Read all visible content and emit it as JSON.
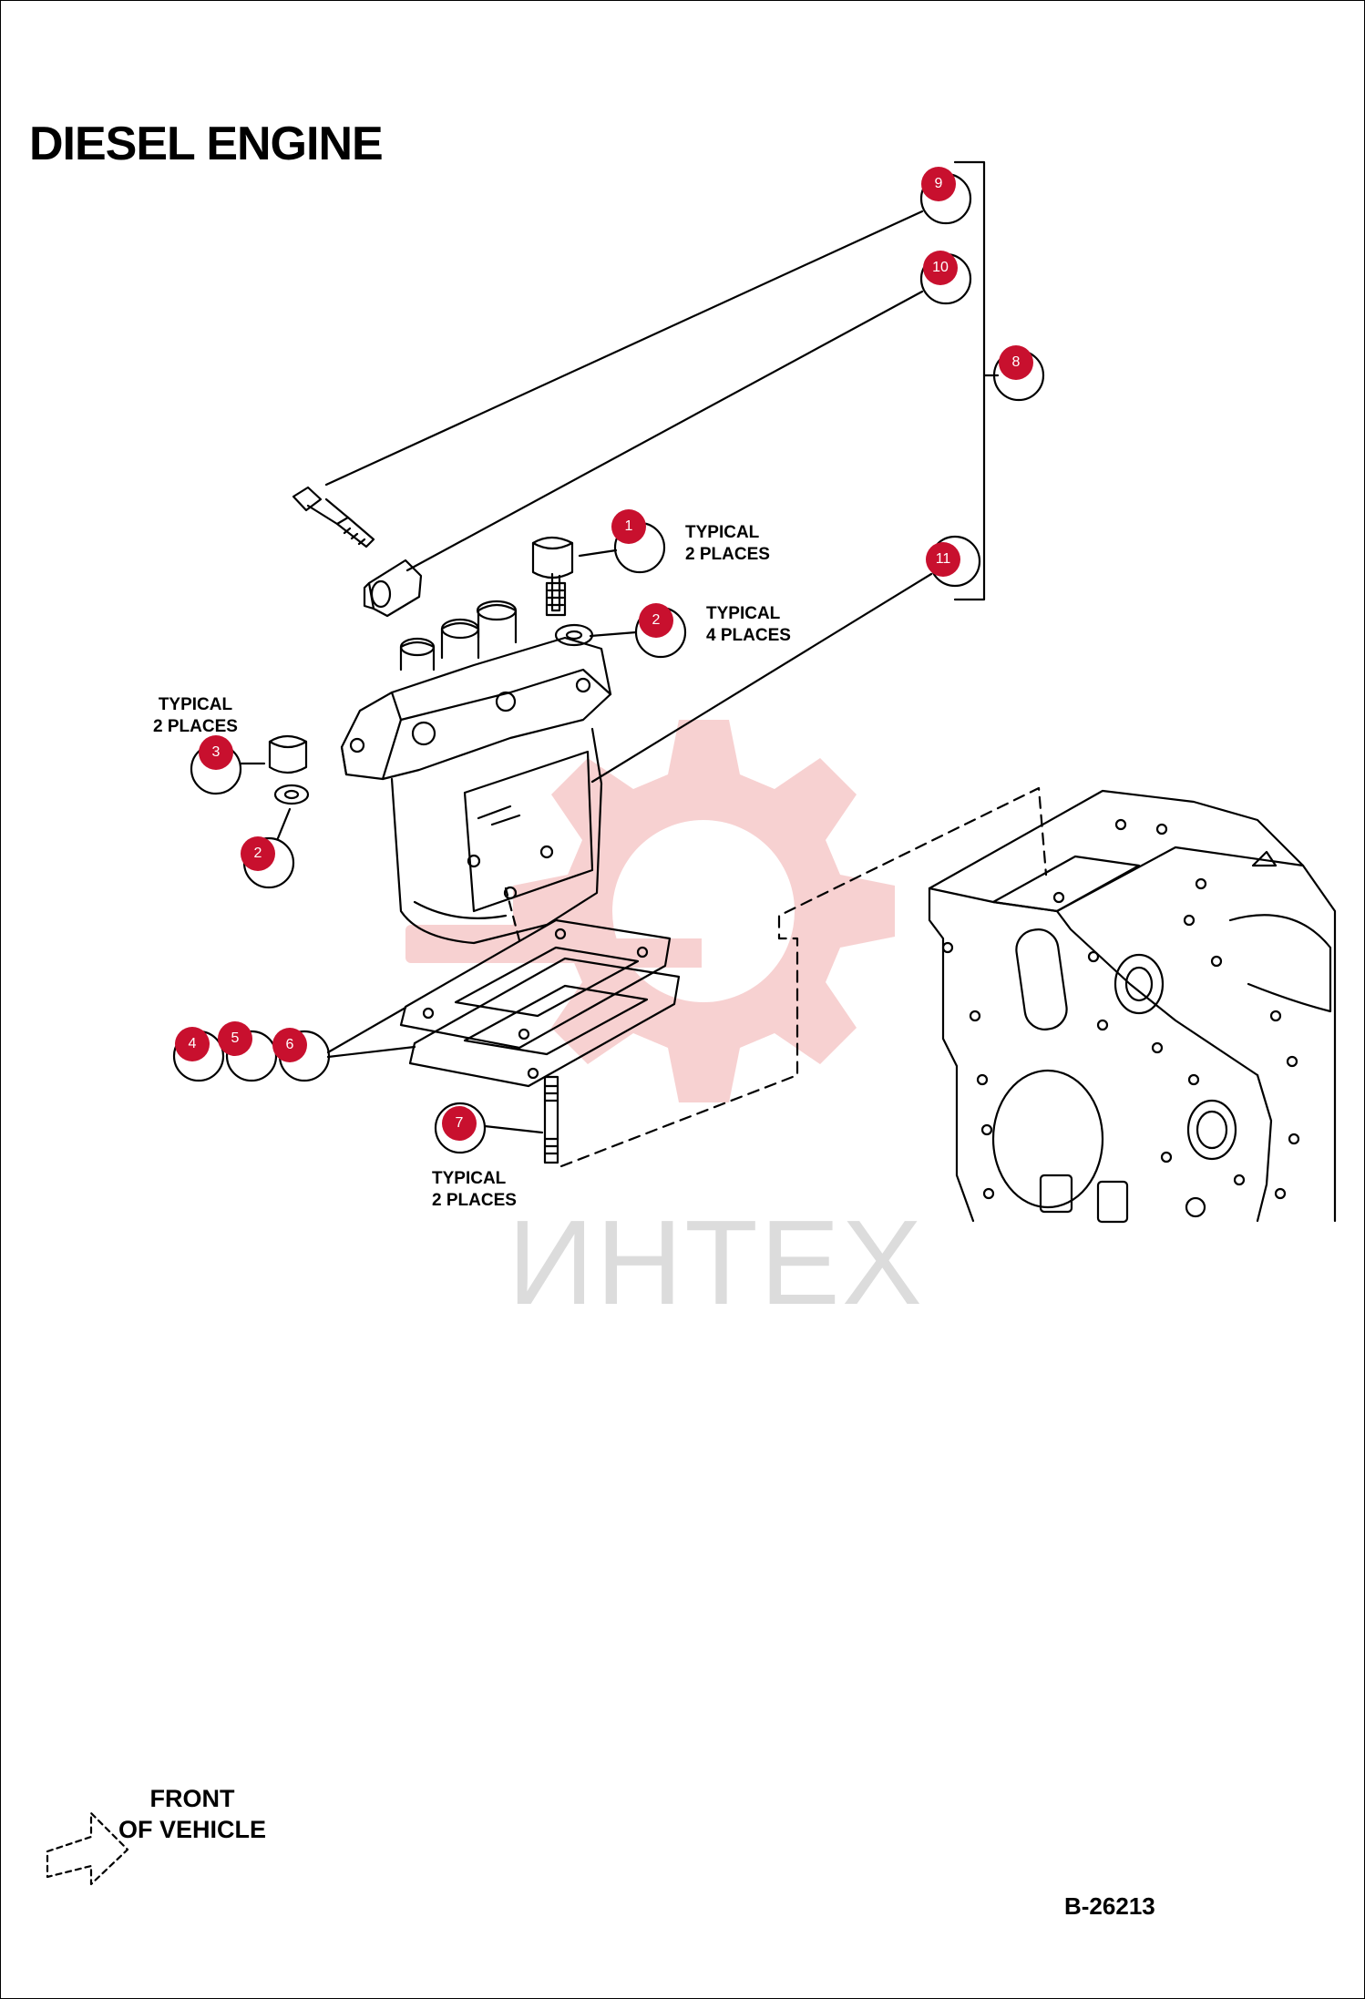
{
  "title": "DIESEL ENGINE",
  "notes": {
    "n1": [
      "TYPICAL",
      "2 PLACES"
    ],
    "n2": [
      "TYPICAL",
      "4 PLACES"
    ],
    "n3": [
      "TYPICAL",
      "2 PLACES"
    ],
    "n7": [
      "TYPICAL",
      "2 PLACES"
    ]
  },
  "front_label": [
    "FRONT",
    "OF VEHICLE"
  ],
  "figure_ref": "B-26213",
  "watermark": "ИНТЕХ",
  "colors": {
    "callout": "#c8102e",
    "watermark": "#f3c2c2",
    "line": "#000000"
  },
  "callouts": [
    "1",
    "2",
    "3",
    "2",
    "4",
    "5",
    "6",
    "7",
    "8",
    "9",
    "10",
    "11"
  ]
}
